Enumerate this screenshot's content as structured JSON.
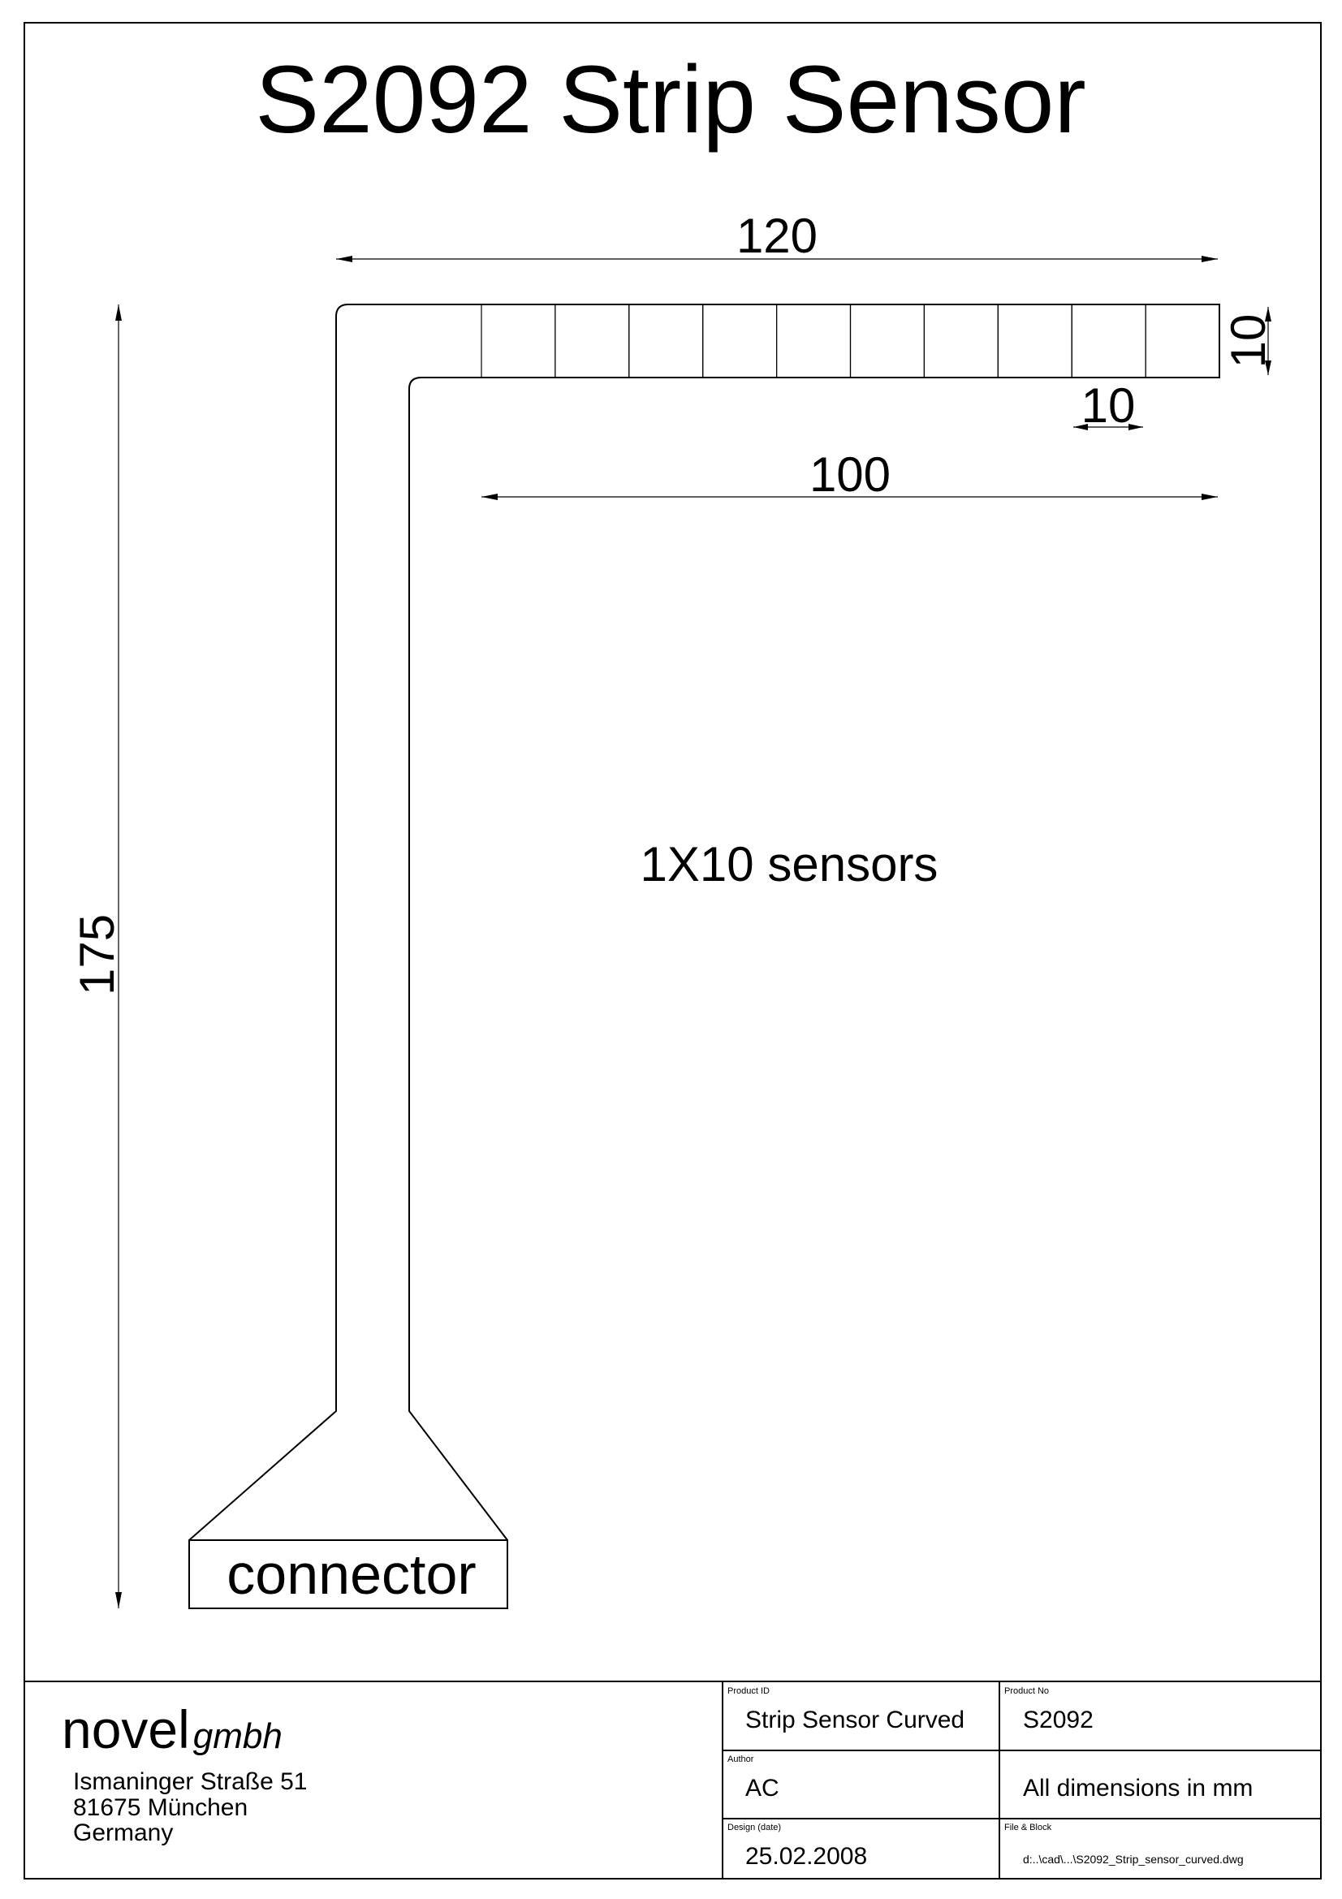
{
  "drawing": {
    "title": "S2092 Strip Sensor",
    "note": "1X10 sensors",
    "connector_label": "connector",
    "sensor_count": 10,
    "dimensions": {
      "total_width": "120",
      "strip_height": "10",
      "cell_width": "10",
      "sensor_span": "100",
      "total_height": "175"
    }
  },
  "title_block": {
    "company": {
      "name": "novel",
      "suffix": "gmbh"
    },
    "address": [
      "Ismaninger Straße 51",
      "81675 München",
      "Germany"
    ],
    "product_id": {
      "label": "Product ID",
      "value": "Strip Sensor Curved"
    },
    "product_no": {
      "label": "Product No",
      "value": "S2092"
    },
    "author": {
      "label": "Author",
      "value": "AC"
    },
    "units_note": "All dimensions in mm",
    "design_date": {
      "label": "Design (date)",
      "value": "25.02.2008"
    },
    "file_block": {
      "label": "File & Block",
      "value": "d:..\\cad\\...\\S2092_Strip_sensor_curved.dwg"
    }
  }
}
